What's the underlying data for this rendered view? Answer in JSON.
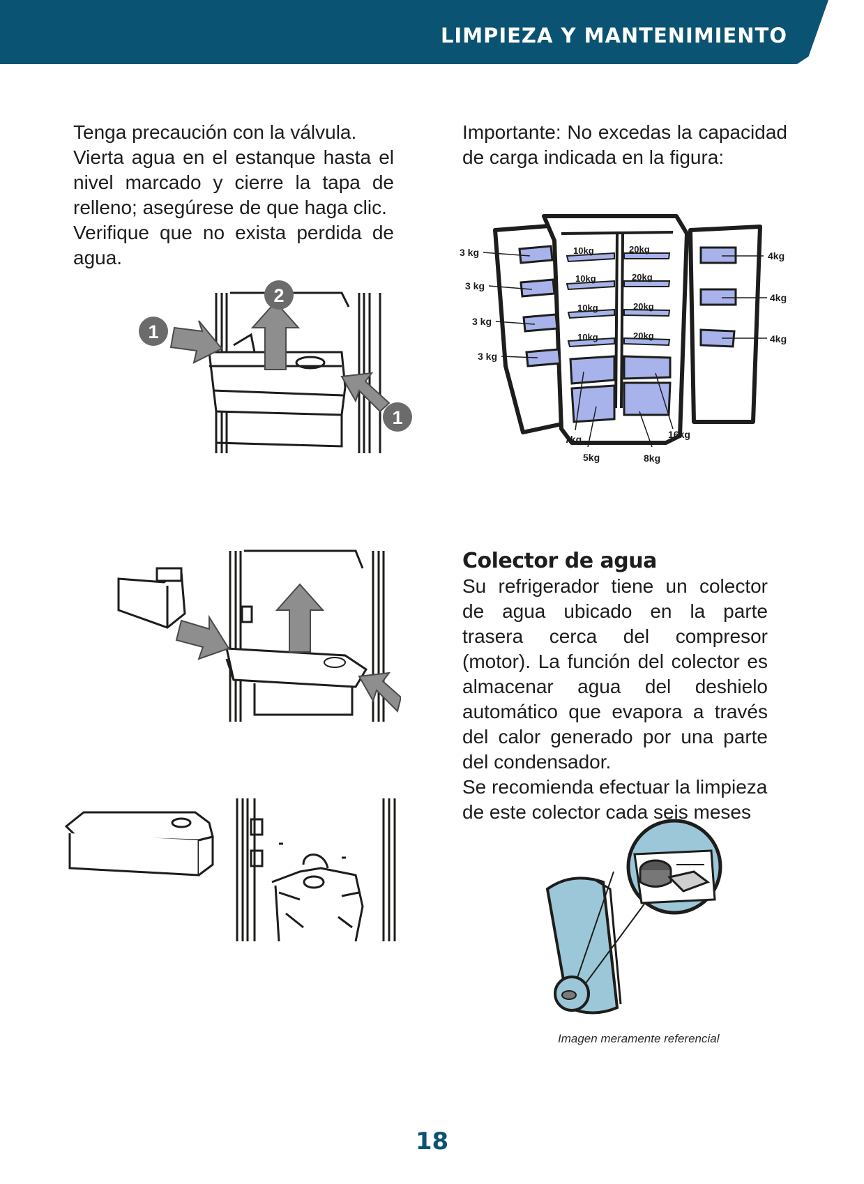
{
  "header": {
    "title": "LIMPIEZA Y MANTENIMIENTO",
    "color": "#0b5372"
  },
  "left_text": {
    "lines": [
      "Tenga precaución con la válvula.",
      "Vierta agua en el estanque hasta el nivel marcado y cierre la tapa de relleno; asegúrese de que haga clic.",
      "Verifique que no exista perdida de agua."
    ]
  },
  "right_text": {
    "important": "Importante: No excedas la capacidad de carga indicada en la figura:"
  },
  "fridge_figure": {
    "left_door_labels": [
      "3 kg",
      "3 kg",
      "3 kg",
      "3 kg"
    ],
    "freezer_labels": [
      "10kg",
      "10kg",
      "10kg",
      "10kg"
    ],
    "fridge_labels": [
      "20kg",
      "20kg",
      "20kg",
      "20kg"
    ],
    "right_door_labels": [
      "4kg",
      "4kg",
      "4kg"
    ],
    "drawer_labels": [
      "7kg",
      "5kg",
      "8kg",
      "16kg"
    ],
    "shelf_color": "#a7b3ea"
  },
  "step_badges": [
    "1",
    "2",
    "1"
  ],
  "colector": {
    "title": "Colector de agua",
    "body": "Su refrigerador tiene un colector de agua ubicado en la parte trasera cerca del compresor (motor). La función del colector es almacenar agua del deshielo automático que evapora a través del calor generado por una parte del condensador.",
    "note": "Se recomienda efectuar la limpieza de este colector cada seis meses"
  },
  "caption": "Imagen meramente referencial",
  "page_number": "18"
}
